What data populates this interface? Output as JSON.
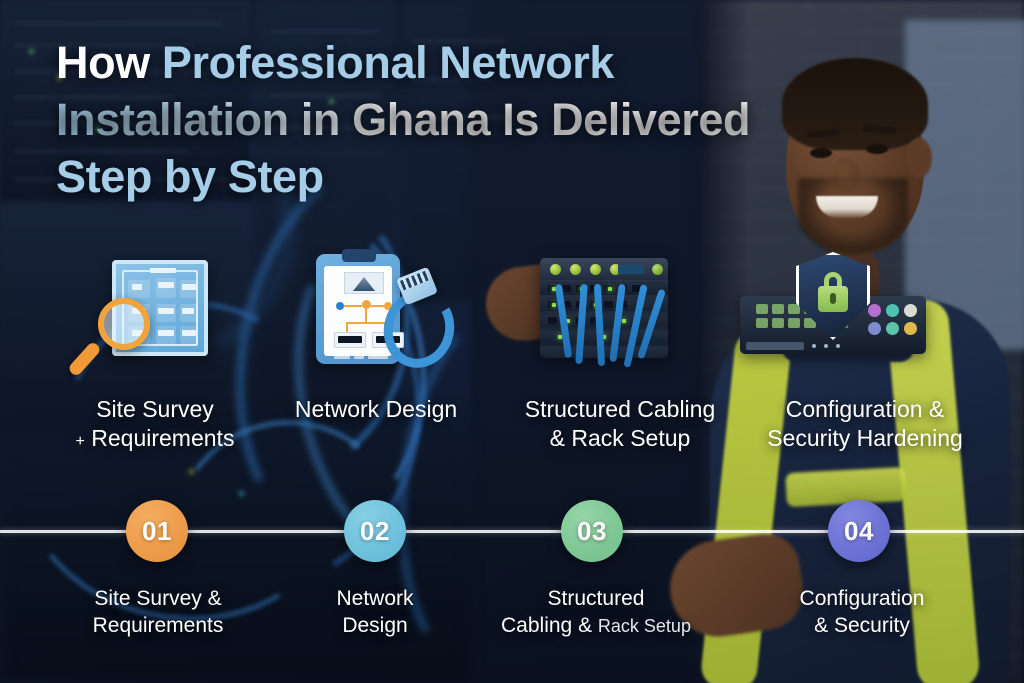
{
  "title": {
    "line1_a": "How ",
    "line1_b": "Professional Network",
    "line2": "Installation in Ghana Is Delivered",
    "line3": "Step by Step"
  },
  "colors": {
    "title_white": "#ffffff",
    "title_blue": "#a6cde7",
    "step1": "#ee9a45",
    "step2": "#6cc0dc",
    "step3": "#7ec894",
    "step4": "#6a6fd4",
    "timeline_line": "#ffffff",
    "background_dark": "#0b1221",
    "accent_orange": "#f0a33c",
    "accent_cable_blue": "#2f8fd8",
    "lock_green": "#a8d36f"
  },
  "icon_row": [
    {
      "icon": "floorplan-magnifier-icon",
      "caption_line1": "Site Survey",
      "caption_plus": "+",
      "caption_line2": " Requirements"
    },
    {
      "icon": "clipboard-network-diagram-icon",
      "caption_line1": "Network Design",
      "caption_line2": ""
    },
    {
      "icon": "patch-panel-rack-icon",
      "caption_line1": "Structured Cabling",
      "caption_line2": "& Rack Setup"
    },
    {
      "icon": "shield-lock-console-icon",
      "caption_line1": "Configuration &",
      "caption_line2": "Security Hardening"
    }
  ],
  "timeline": {
    "steps": [
      {
        "number": "01",
        "color": "#ee9a45",
        "label_line1": "Site Survey &",
        "label_line2": "Requirements",
        "label_line2_tail": ""
      },
      {
        "number": "02",
        "color": "#6cc0dc",
        "label_line1": "Network",
        "label_line2": "Design",
        "label_line2_tail": ""
      },
      {
        "number": "03",
        "color": "#7ec894",
        "label_line1": "Structured",
        "label_line2": "Cabling & ",
        "label_line2_tail": "Rack Setup"
      },
      {
        "number": "04",
        "color": "#6a6fd4",
        "label_line1": "Configuration",
        "label_line2": "& Security",
        "label_line2_tail": ""
      }
    ]
  },
  "scene": {
    "subject": "smiling-network-technician-in-hi-vis-vest",
    "background": "data-center-server-racks-with-blue-ethernet-cables"
  }
}
